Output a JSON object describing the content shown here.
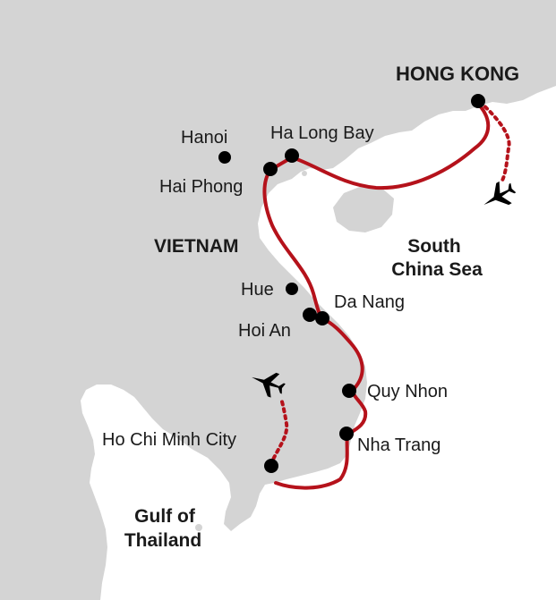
{
  "colors": {
    "land": "#d4d4d4",
    "sea": "#ffffff",
    "route": "#b5121b",
    "dot": "#000000",
    "text": "#1a1a1a"
  },
  "map": {
    "cities": [
      {
        "id": "hong-kong",
        "label": "HONG KONG",
        "emphasis": "bold"
      },
      {
        "id": "hanoi",
        "label": "Hanoi"
      },
      {
        "id": "ha-long-bay",
        "label": "Ha Long Bay"
      },
      {
        "id": "hai-phong",
        "label": "Hai Phong"
      },
      {
        "id": "hue",
        "label": "Hue"
      },
      {
        "id": "da-nang",
        "label": "Da Nang"
      },
      {
        "id": "hoi-an",
        "label": "Hoi An"
      },
      {
        "id": "quy-nhon",
        "label": "Quy Nhon"
      },
      {
        "id": "nha-trang",
        "label": "Nha Trang"
      },
      {
        "id": "ho-chi-minh-city",
        "label": "Ho Chi Minh City"
      }
    ],
    "regions": {
      "vietnam": "VIETNAM",
      "south_china_sea_1": "South",
      "south_china_sea_2": "China Sea",
      "gulf_1": "Gulf of",
      "gulf_2": "Thailand"
    },
    "icons": [
      "airplane-icon",
      "airplane-icon"
    ]
  }
}
